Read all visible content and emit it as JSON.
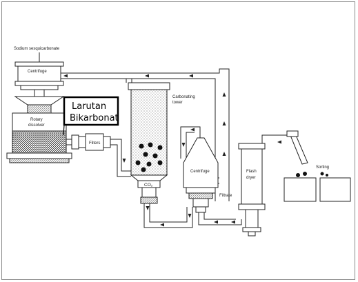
{
  "diagram": {
    "labels": {
      "sodium_sesquicarbonate": "Sodium sesquicarbonate",
      "centrifuge_top": "Centrifuge",
      "rotary_dissolver_line1": "Rotary",
      "rotary_dissolver_line2": "dissolver",
      "filters": "Filters",
      "carbonating_tower_line1": "Carbonating",
      "carbonating_tower_line2": "tower",
      "co2": "CO₂",
      "centrifuge_mid": "Centrifuge",
      "filtrate": "Filtrate",
      "flash_dryer_line1": "Flash",
      "flash_dryer_line2": "dryer",
      "sorting": "Sorting"
    },
    "callout": {
      "line1": "Larutan",
      "line2": "Bikarbonat"
    }
  }
}
